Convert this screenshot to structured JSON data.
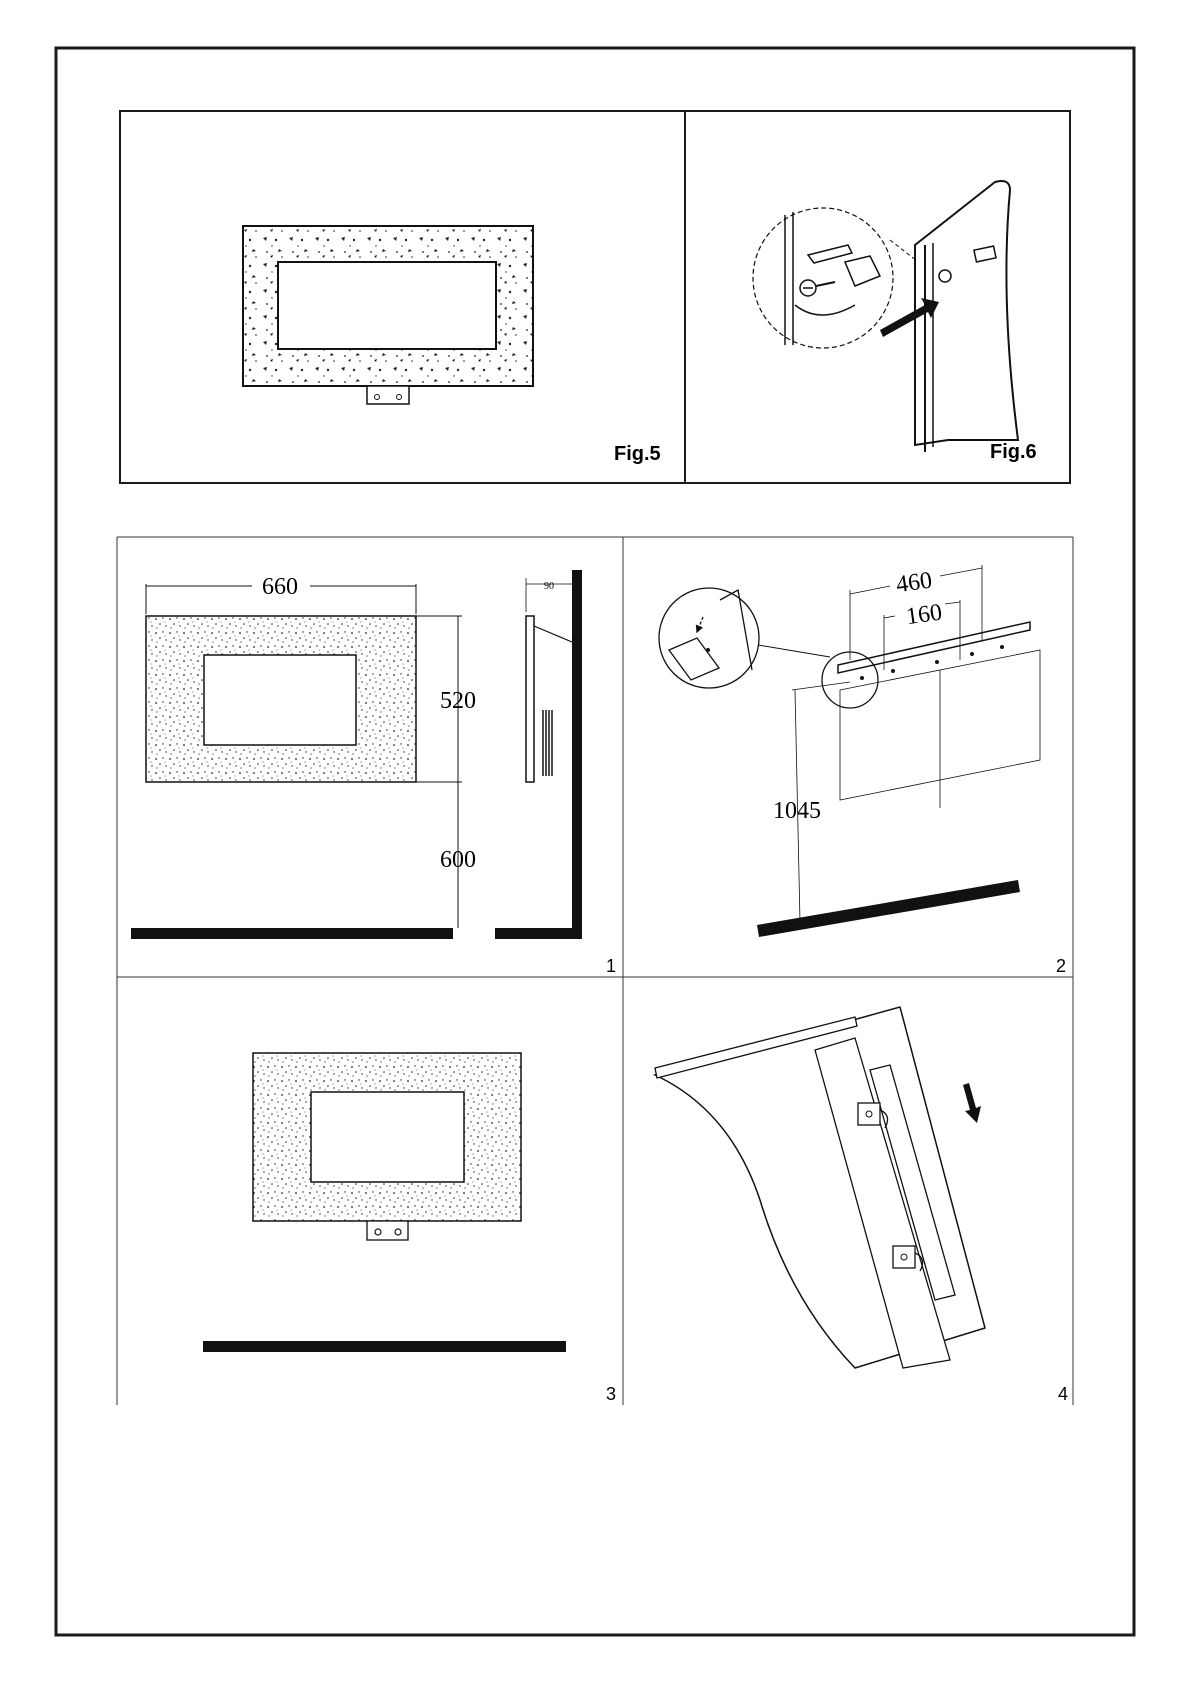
{
  "figures": {
    "fig5": {
      "label": "Fig.5"
    },
    "fig6": {
      "label": "Fig.6"
    }
  },
  "steps": {
    "step1": {
      "number": "1",
      "dim_width": "660",
      "dim_height": "520",
      "dim_floor": "600",
      "dim_depth": "90"
    },
    "step2": {
      "number": "2",
      "dim_outer_holes": "460",
      "dim_inner_holes": "160",
      "dim_mount_height": "1045"
    },
    "step3": {
      "number": "3"
    },
    "step4": {
      "number": "4"
    }
  },
  "colors": {
    "line": "#111111",
    "panel_fill": "#ffffff",
    "frame_border": "#1a1a1a"
  }
}
